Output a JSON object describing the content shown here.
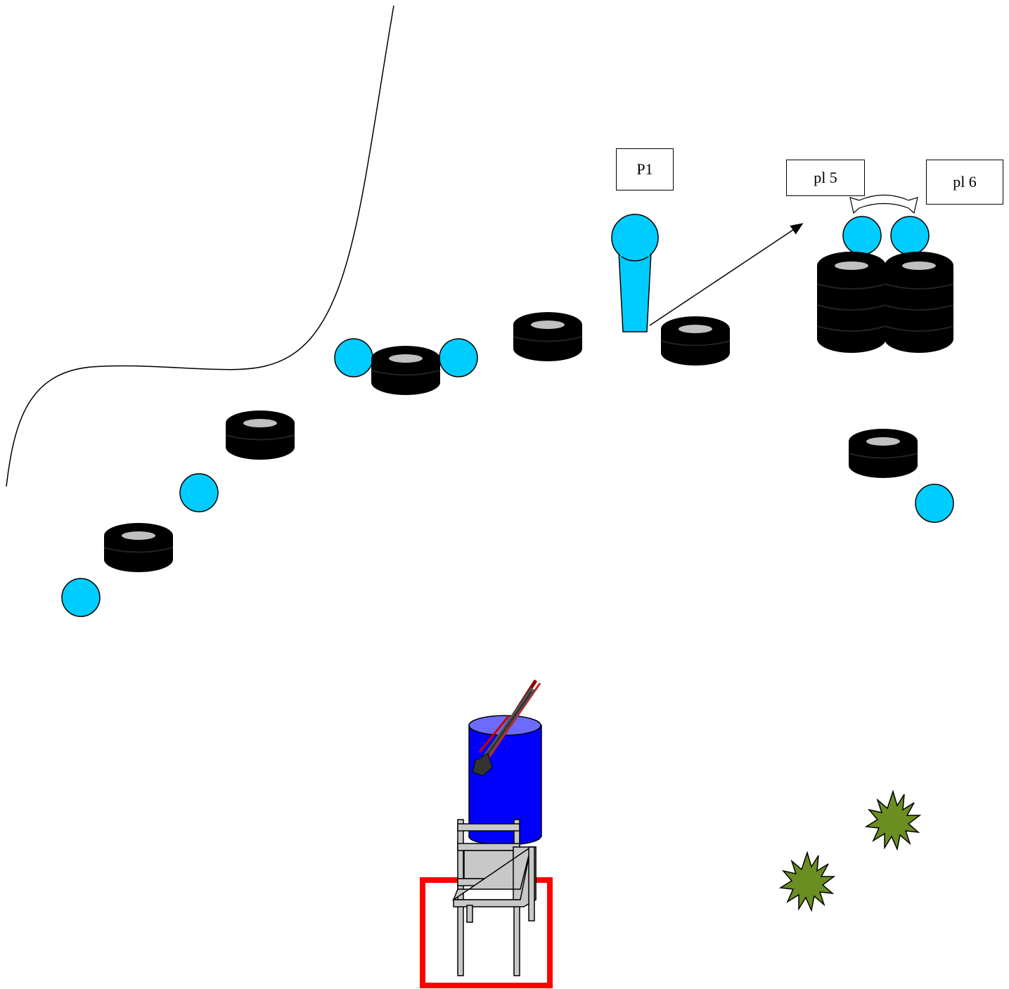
{
  "labels": {
    "p1": "P1",
    "pl5": "pl 5",
    "pl6": "pl 6"
  },
  "colors": {
    "target_blue": "#00ccff",
    "tire_black": "#000000",
    "tire_hub": "#c0c0c0",
    "barrel_blue": "#0000ff",
    "barrel_top": "#6b6bff",
    "shooting_box_red": "#ff0000",
    "table_gray": "#c8c8c8",
    "bush_green": "#6b8e23"
  },
  "icons": [
    "shotgun-icon",
    "table-icon",
    "barrel-icon",
    "bush-icon",
    "tire-stack-icon",
    "popper-target-icon",
    "round-target-icon",
    "swap-arrow-icon"
  ]
}
